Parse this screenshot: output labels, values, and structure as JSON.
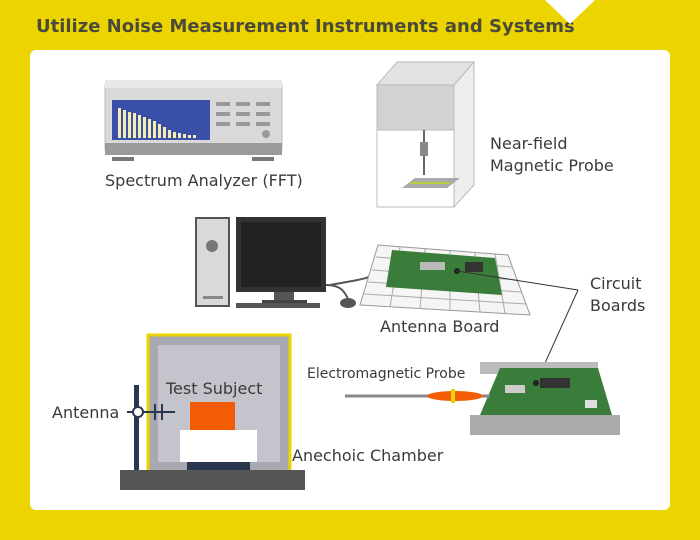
{
  "title": "Utilize Noise Measurement Instruments and Systems",
  "labels": {
    "spectrum_analyzer": "Spectrum Analyzer (FFT)",
    "near_field_1": "Near-field",
    "near_field_2": "Magnetic Probe",
    "antenna_board": "Antenna Board",
    "circuit_boards_1": "Circuit",
    "circuit_boards_2": "Boards",
    "electromagnetic_probe": "Electromagnetic Probe",
    "test_subject": "Test Subject",
    "antenna": "Antenna",
    "anechoic_chamber": "Anechoic Chamber"
  },
  "colors": {
    "background": "#ecd400",
    "accent_orange": "#f25c05",
    "screen_blue": "#3a4fa8",
    "pcb_green": "#3a7d3a"
  }
}
